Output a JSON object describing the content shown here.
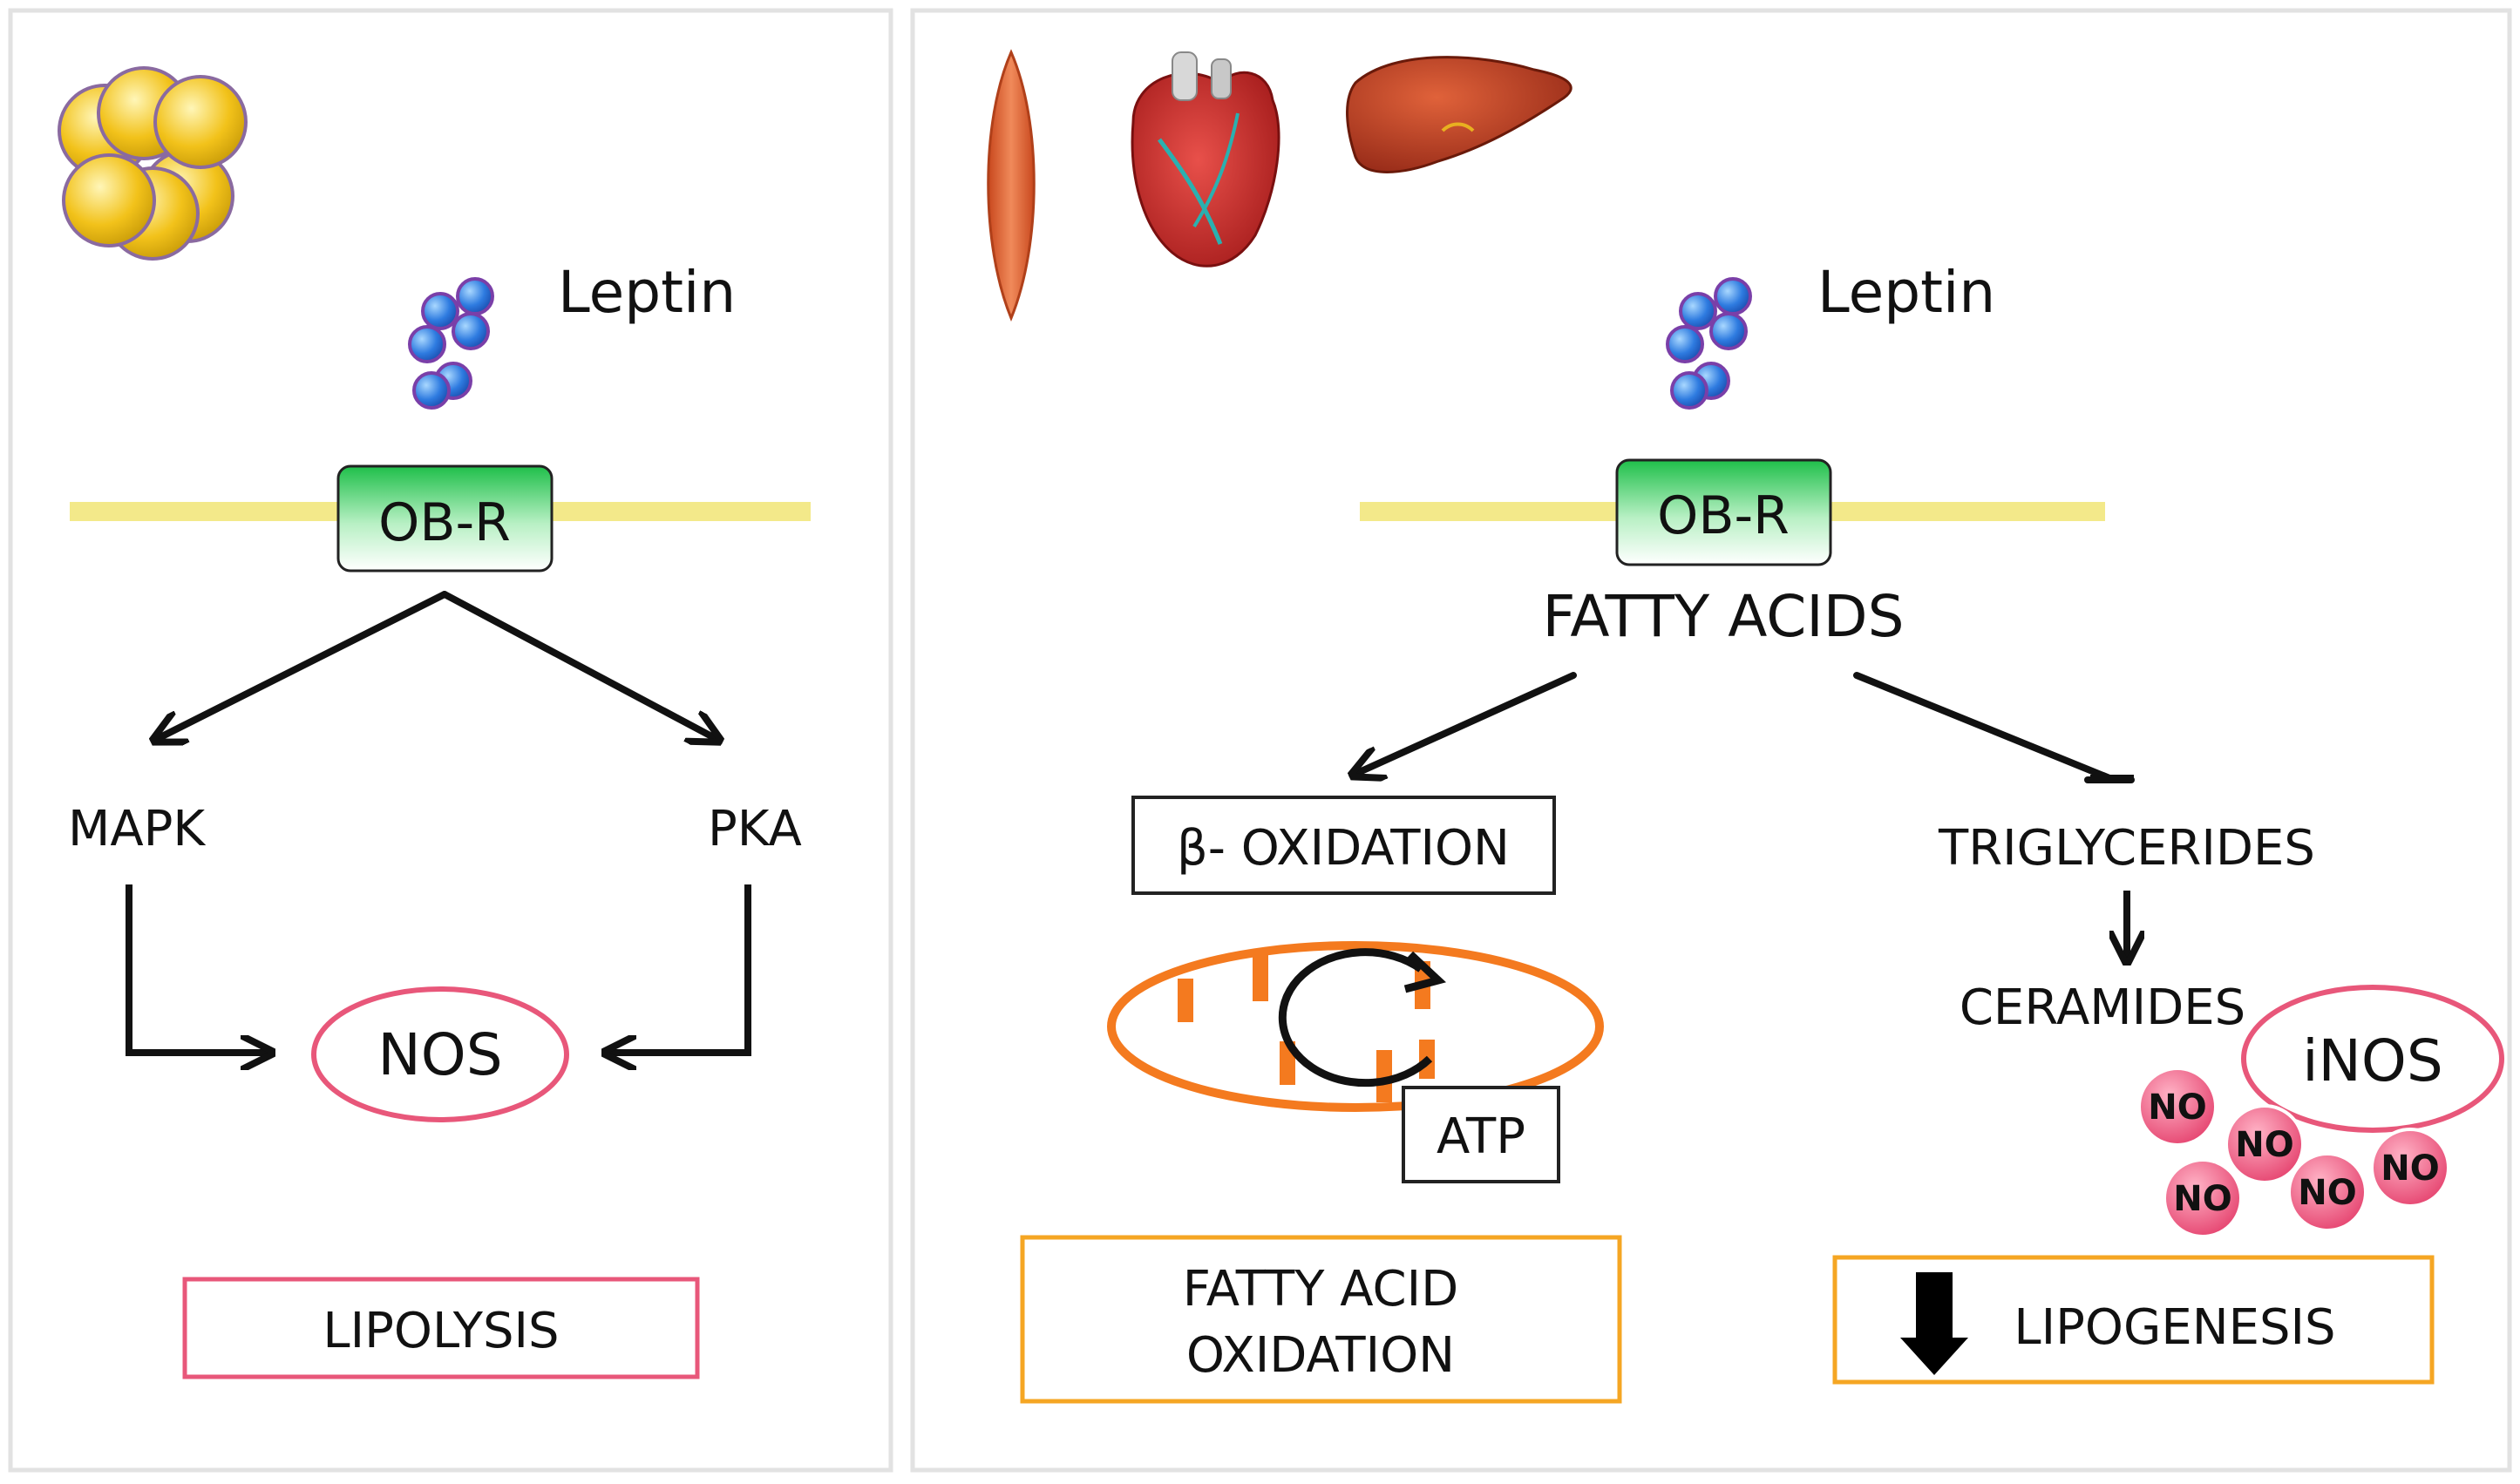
{
  "colors": {
    "panel_border": "#e2e2e2",
    "membrane": "#f3e98a",
    "receptor_top": "#1fbf4a",
    "receptor_bottom": "#ffffff",
    "nos_ring": "#e8577a",
    "lipolysis_border": "#e8577a",
    "orange_border": "#f5a623",
    "mito_orange": "#f47a1f",
    "no_fill": "#f26a8d",
    "leptin_blue": "#2e7be0",
    "leptin_ring": "#7a3fa8",
    "adipocyte": "#f2c21a"
  },
  "left_panel": {
    "icon": "adipocyte-cluster-icon",
    "ligand_label": "Leptin",
    "receptor_label": "OB-R",
    "branch_left": "MAPK",
    "branch_right": "PKA",
    "enzyme": "NOS",
    "outcome": "LIPOLYSIS"
  },
  "right_panel": {
    "icons": [
      "muscle-icon",
      "heart-icon",
      "liver-icon"
    ],
    "ligand_label": "Leptin",
    "receptor_label": "OB-R",
    "substrate": "FATTY ACIDS",
    "process_left": "β- OXIDATION",
    "mito_product": "ATP",
    "process_right": "TRIGLYCERIDES",
    "downstream": "CERAMIDES",
    "enzyme": "iNOS",
    "no_molecules": [
      "NO",
      "NO",
      "NO",
      "NO",
      "NO"
    ],
    "outcome_left_line1": "FATTY ACID",
    "outcome_left_line2": "OXIDATION",
    "outcome_right": "LIPOGENESIS"
  }
}
